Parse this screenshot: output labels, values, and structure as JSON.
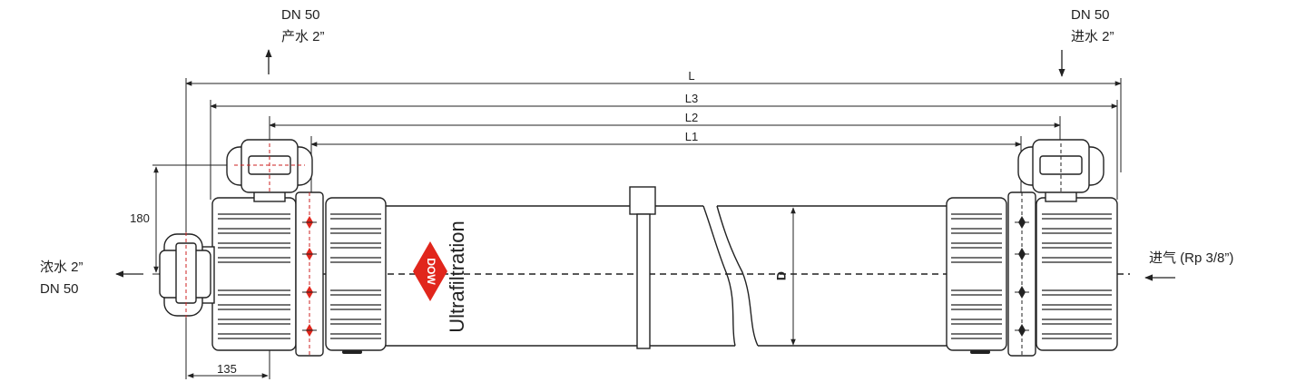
{
  "labels": {
    "product_dn": "DN 50",
    "product_name": "产水 2”",
    "feed_dn": "DN 50",
    "feed_name": "进水 2”",
    "concentrate_name": "浓水 2”",
    "concentrate_dn": "DN 50",
    "air_inlet": "进气 (Rp 3/8”)"
  },
  "dimensions": {
    "L": "L",
    "L3": "L3",
    "L2": "L2",
    "L1": "L1",
    "D": "D",
    "height_180": "180",
    "width_135": "135"
  },
  "brand": {
    "logo_text": "DOW",
    "product_text": "Ultrafiltration",
    "logo_color": "#e1261c"
  },
  "colors": {
    "line": "#222222",
    "accent_red": "#e1261c"
  }
}
